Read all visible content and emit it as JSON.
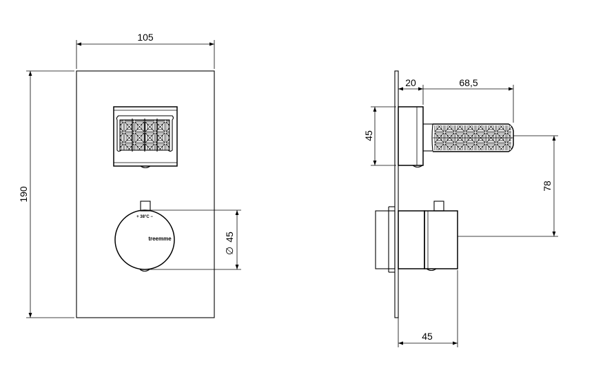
{
  "front_view": {
    "width_label": "105",
    "height_label": "190",
    "knob_diameter_label": "45",
    "diameter_symbol": "∅",
    "temperature_marking": "+ 38°C −",
    "brand_label": "treemme"
  },
  "side_view": {
    "plate_offset_label": "20",
    "handle_length_label": "68,5",
    "body_height_label": "45",
    "axis_spacing_label": "78",
    "depth_label": "45"
  }
}
